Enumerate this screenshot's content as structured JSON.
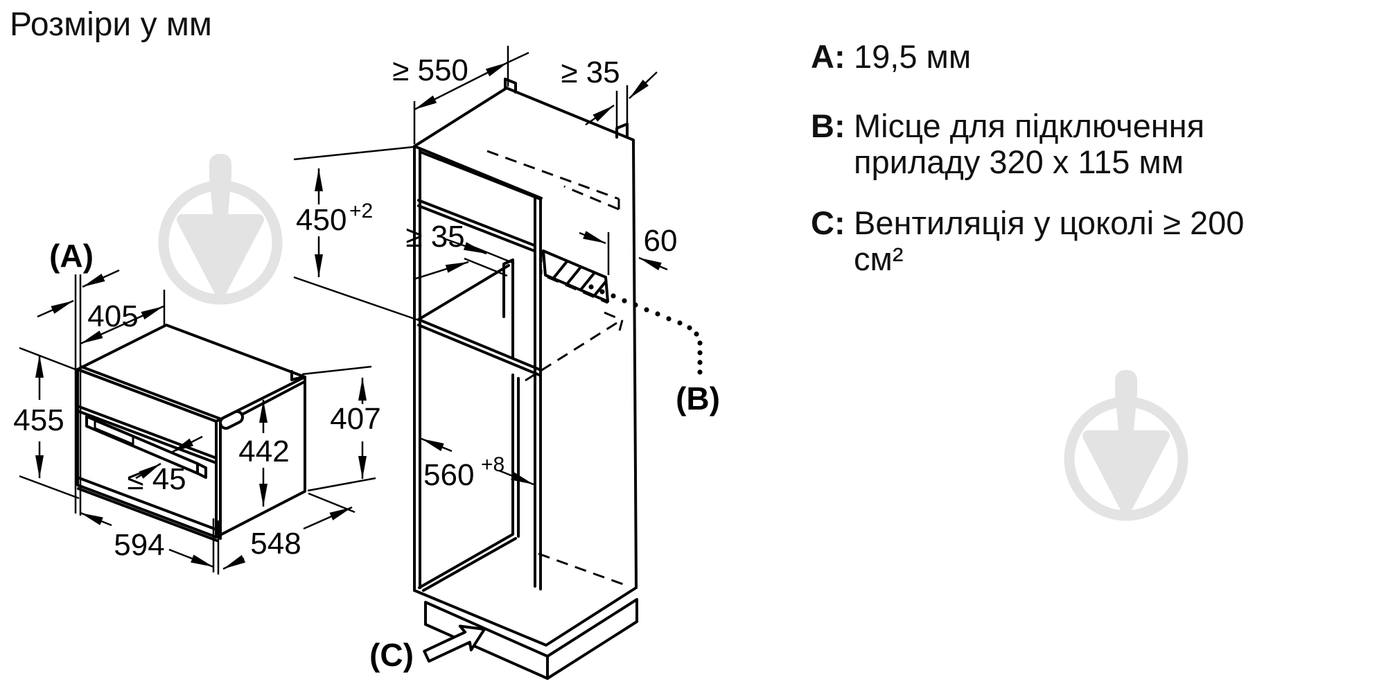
{
  "title": "Розміри у мм",
  "legend": {
    "a_label": "A:",
    "a_text": "19,5 мм",
    "b_label": "B:",
    "b_line1": "Місце для підключення",
    "b_line2": "приладу 320 x 115 мм",
    "c_label": "C:",
    "c_text": "Вентиляція у цоколі ≥ 200 см²"
  },
  "oven": {
    "corner_label": "(A)",
    "top_depth": "405",
    "height": "455",
    "front_inner_height": "442",
    "side_height": "407",
    "handle_depth": "≤ 45",
    "width": "594",
    "depth": "548"
  },
  "cabinet": {
    "depth_min": "≥ 550",
    "top_rear_gap": "≥ 35",
    "niche_height": "450",
    "niche_height_tol": "+2",
    "shelf_rear_gap": "≥ 35",
    "connection_distance": "60",
    "niche_width": "560",
    "niche_width_tol": "+8",
    "connection_label": "(B)",
    "vent_label": "(C)"
  },
  "colors": {
    "line": "#000000",
    "watermark": "#e3e3e3",
    "background": "#ffffff"
  }
}
